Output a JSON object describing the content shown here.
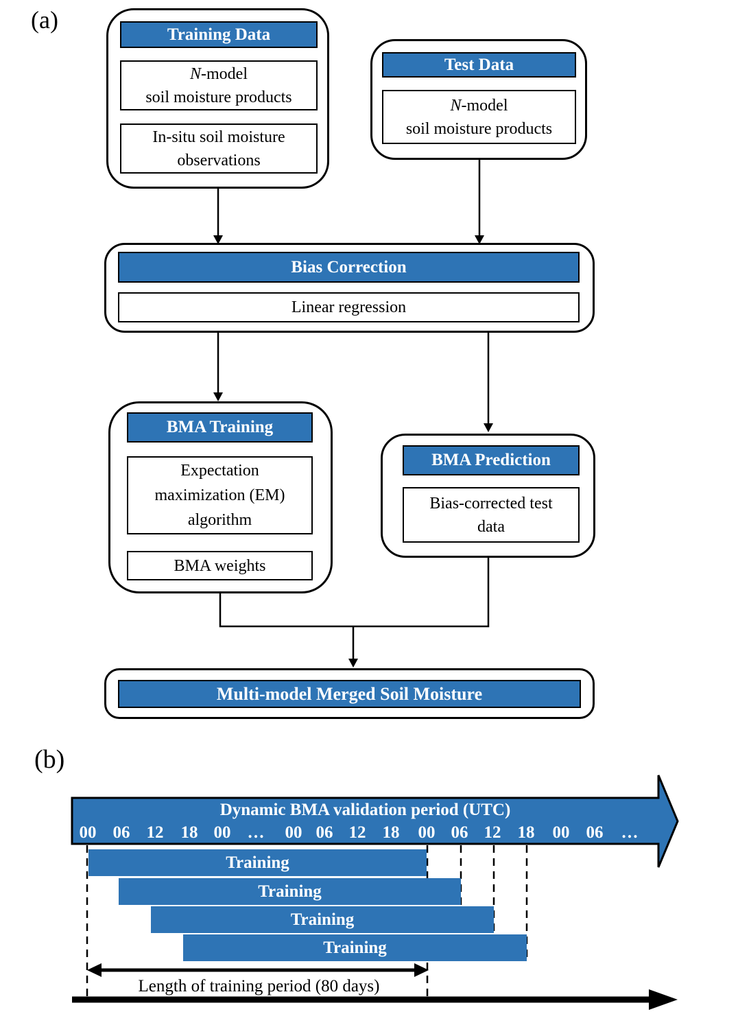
{
  "colors": {
    "accent_blue": "#2E74B5",
    "outline_black": "#000000",
    "header_text": "#ffffff"
  },
  "panel_a": {
    "label": "(a)",
    "training": {
      "header": "Training Data",
      "nmodel": {
        "italic": "N",
        "rest": "-model",
        "line2": "soil moisture products"
      },
      "insitu": {
        "line1": "In-situ soil moisture",
        "line2": "observations"
      }
    },
    "test": {
      "header": "Test Data",
      "nmodel": {
        "italic": "N",
        "rest": "-model",
        "line2": "soil moisture products"
      }
    },
    "bias": {
      "header": "Bias Correction",
      "method": "Linear regression"
    },
    "bma_training": {
      "header": "BMA Training",
      "em": {
        "line1": "Expectation",
        "line2": "maximization (EM)",
        "line3": "algorithm"
      },
      "weights": "BMA weights"
    },
    "bma_prediction": {
      "header": "BMA Prediction",
      "data": {
        "line1": "Bias-corrected test",
        "line2": "data"
      }
    },
    "output": {
      "header": "Multi-model Merged Soil Moisture"
    }
  },
  "panel_b": {
    "label": "(b)",
    "banner": {
      "title": "Dynamic BMA validation period (UTC)",
      "ticks": [
        "00",
        "06",
        "12",
        "18",
        "00",
        "…",
        "00",
        "06",
        "12",
        "18",
        "00",
        "06",
        "12",
        "18",
        "00",
        "06",
        "…"
      ]
    },
    "bars": [
      {
        "label": "Training"
      },
      {
        "label": "Training"
      },
      {
        "label": "Training"
      },
      {
        "label": "Training"
      }
    ],
    "training_length_label": "Length of training period (80 days)"
  }
}
